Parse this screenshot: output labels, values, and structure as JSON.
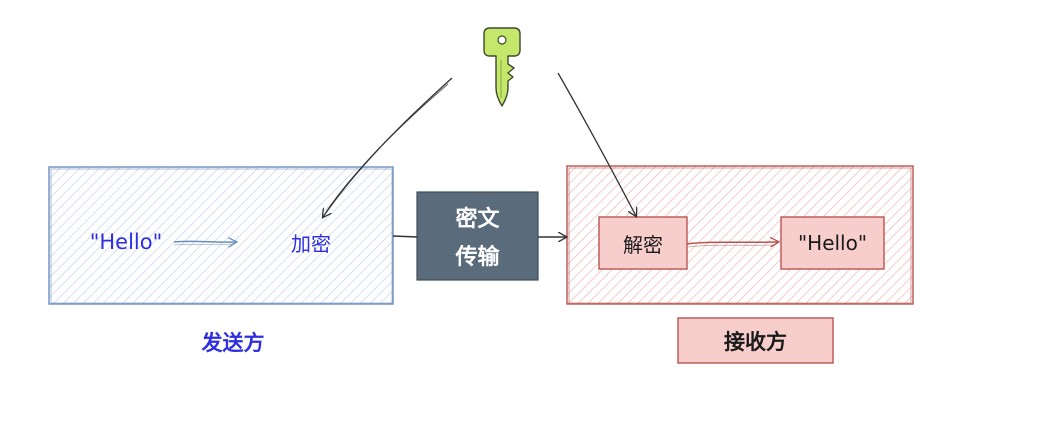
{
  "sender": {
    "plaintext": "\"Hello\"",
    "encrypt": "加密",
    "caption": "发送方"
  },
  "channel": {
    "line1": "密文",
    "line2": "传输"
  },
  "receiver": {
    "decrypt": "解密",
    "plaintext": "\"Hello\"",
    "caption": "接收方"
  },
  "icons": {
    "key": "key-icon"
  },
  "colors": {
    "sender_border": "#6c8ebf",
    "sender_fill": "#dae8fc",
    "receiver_border": "#b85450",
    "receiver_fill": "#f8cecc",
    "channel_fill": "#5a6b7b",
    "key_fill": "#c5e86c",
    "label_blue": "#2f2fe0"
  }
}
